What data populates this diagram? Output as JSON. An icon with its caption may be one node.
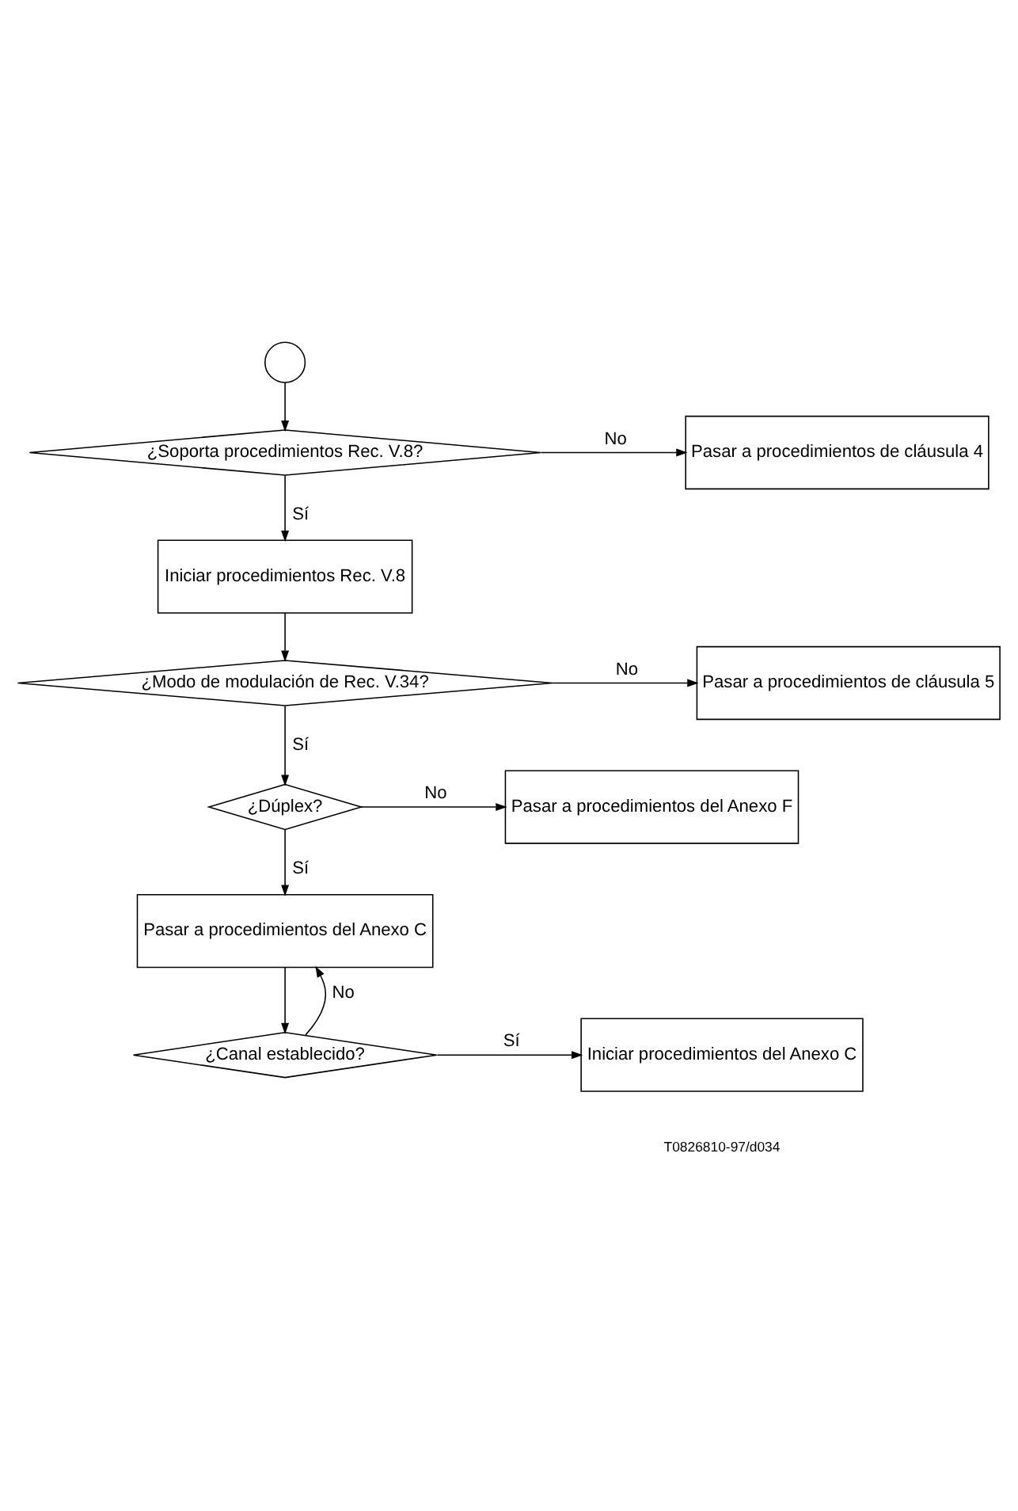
{
  "diagram": {
    "nodes": [
      {
        "text": [],
        "shape": "circle"
      },
      {
        "text": [
          "¿Soporta procedimientos Rec. V.8?"
        ]
      },
      {
        "text": [
          "Pasar a procedimientos de cláusula 4"
        ]
      },
      {
        "text": [
          "Iniciar procedimientos Rec. V.8"
        ]
      },
      {
        "text": [
          "¿Modo de modulación de Rec. V.34?"
        ]
      },
      {
        "text": [
          "Pasar a procedimientos de cláusula 5"
        ]
      },
      {
        "text": [
          "¿Dúplex?"
        ]
      },
      {
        "text": [
          "Pasar a procedimientos del Anexo F"
        ]
      },
      {
        "text": [
          "Pasar a procedimientos del Anexo C"
        ]
      },
      {
        "text": [
          "¿Canal establecido?"
        ]
      },
      {
        "text": [
          "Iniciar procedimientos del Anexo C"
        ]
      }
    ],
    "edges": [
      {
        "from": 0,
        "to": 1,
        "arrow": "to"
      },
      {
        "from": 1,
        "to": 2,
        "arrow": "to",
        "label": "No"
      },
      {
        "from": 1,
        "to": 3,
        "arrow": "to",
        "label": "Sí"
      },
      {
        "from": 3,
        "to": 4,
        "arrow": "to"
      },
      {
        "from": 4,
        "to": 5,
        "arrow": "to",
        "label": "No"
      },
      {
        "from": 4,
        "to": 6,
        "arrow": "to",
        "label": "Sí"
      },
      {
        "from": 6,
        "to": 7,
        "arrow": "to",
        "label": "No"
      },
      {
        "from": 6,
        "to": 8,
        "arrow": "to",
        "label": "Sí"
      },
      {
        "from": 8,
        "to": 9,
        "arrow": "to"
      },
      {
        "from": 9,
        "to": 8,
        "arrow": "to",
        "label": "No"
      },
      {
        "from": 9,
        "to": 10,
        "arrow": "to",
        "label": "Sí"
      }
    ],
    "labels": [
      "T0826810-97/d034"
    ]
  }
}
